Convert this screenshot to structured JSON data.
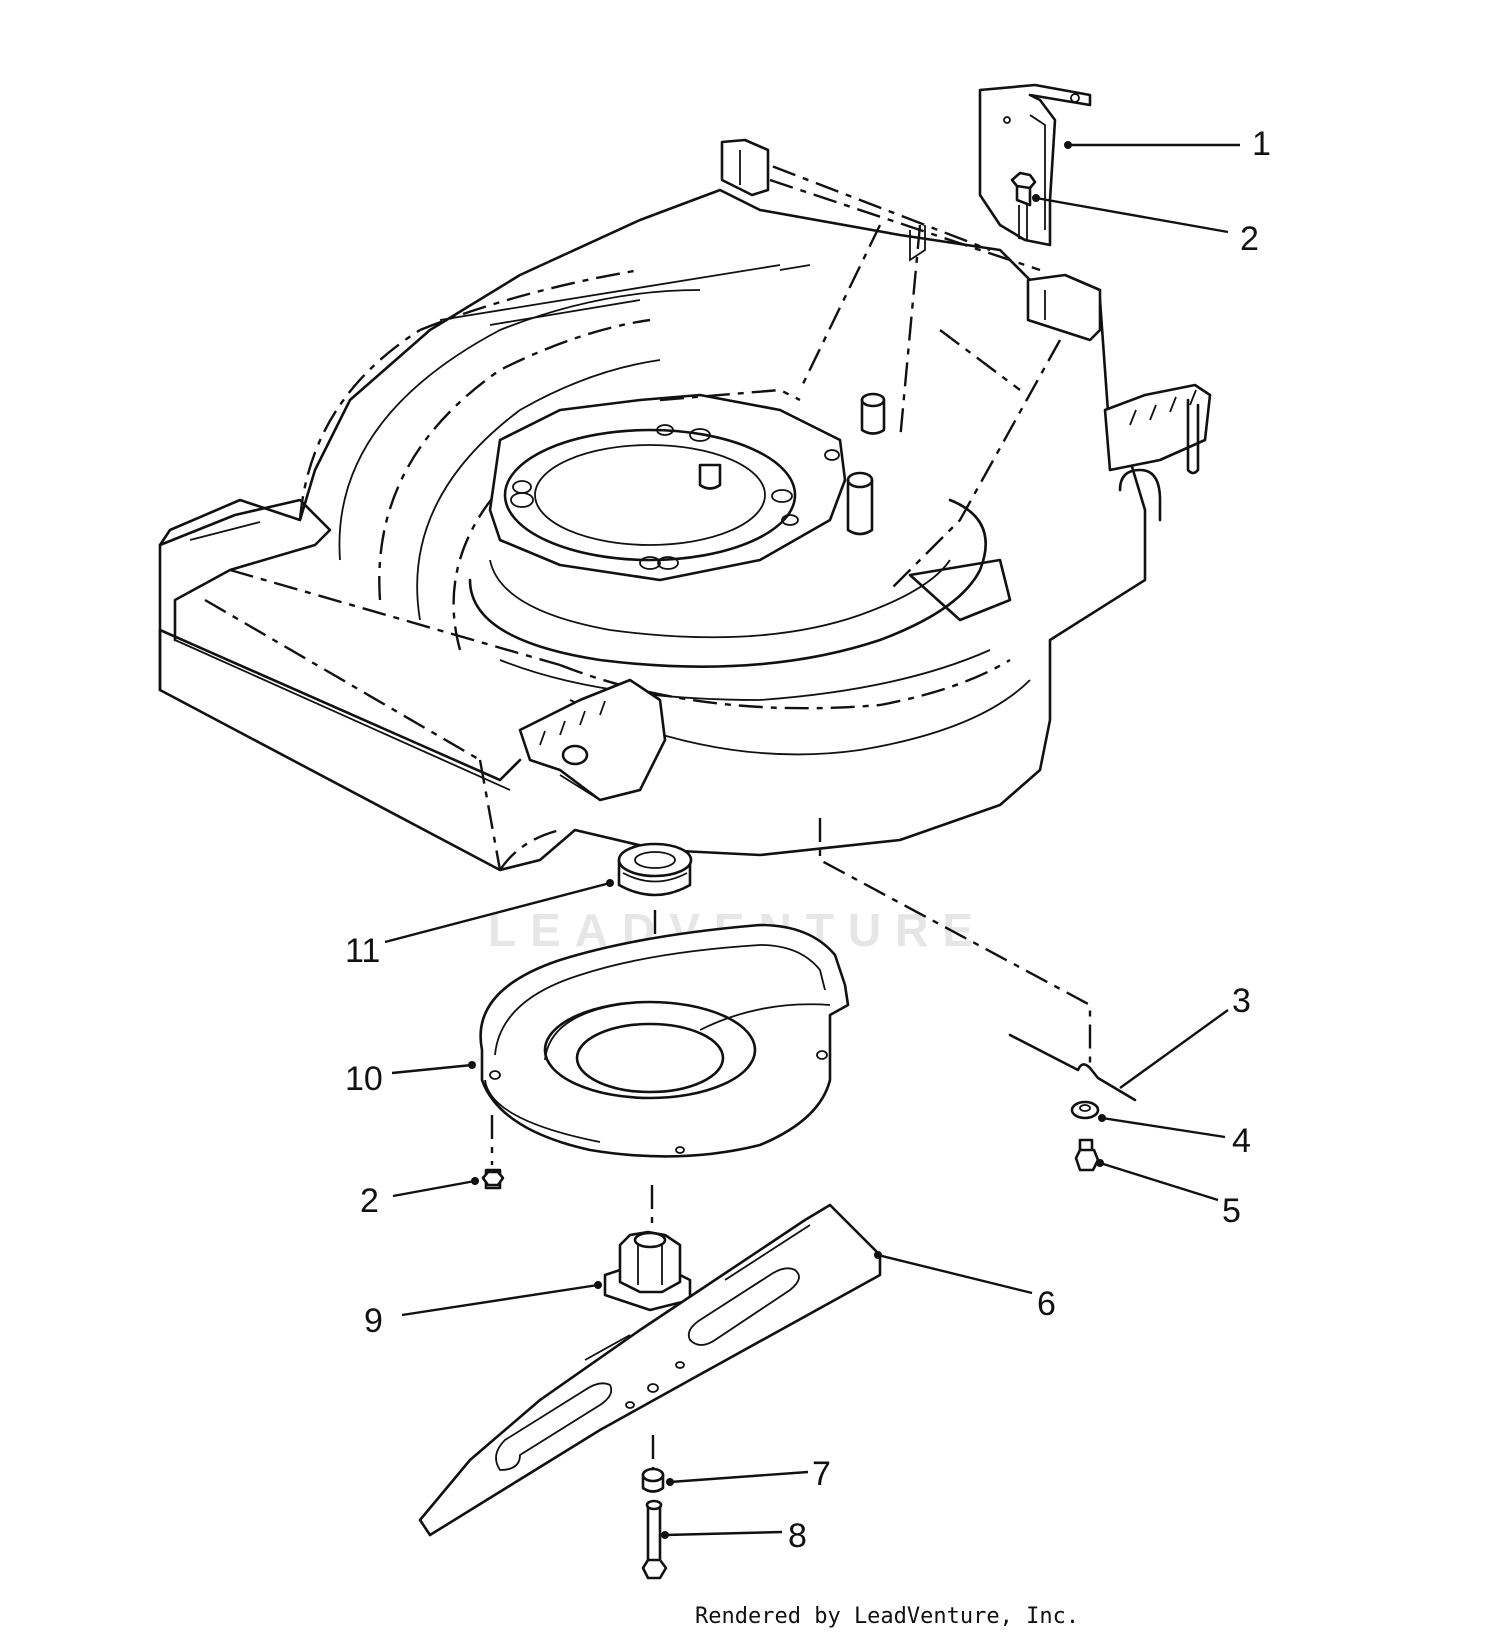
{
  "watermark": {
    "text": "LEADVENTURE",
    "color": "#e6e6e6"
  },
  "footer": {
    "text": "Rendered by LeadVenture, Inc."
  },
  "callouts": [
    {
      "id": "1",
      "label": "1"
    },
    {
      "id": "2a",
      "label": "2"
    },
    {
      "id": "3",
      "label": "3"
    },
    {
      "id": "4",
      "label": "4"
    },
    {
      "id": "5",
      "label": "5"
    },
    {
      "id": "6",
      "label": "6"
    },
    {
      "id": "7",
      "label": "7"
    },
    {
      "id": "8",
      "label": "8"
    },
    {
      "id": "9",
      "label": "9"
    },
    {
      "id": "10",
      "label": "10"
    },
    {
      "id": "11",
      "label": "11"
    },
    {
      "id": "2b",
      "label": "2"
    }
  ]
}
